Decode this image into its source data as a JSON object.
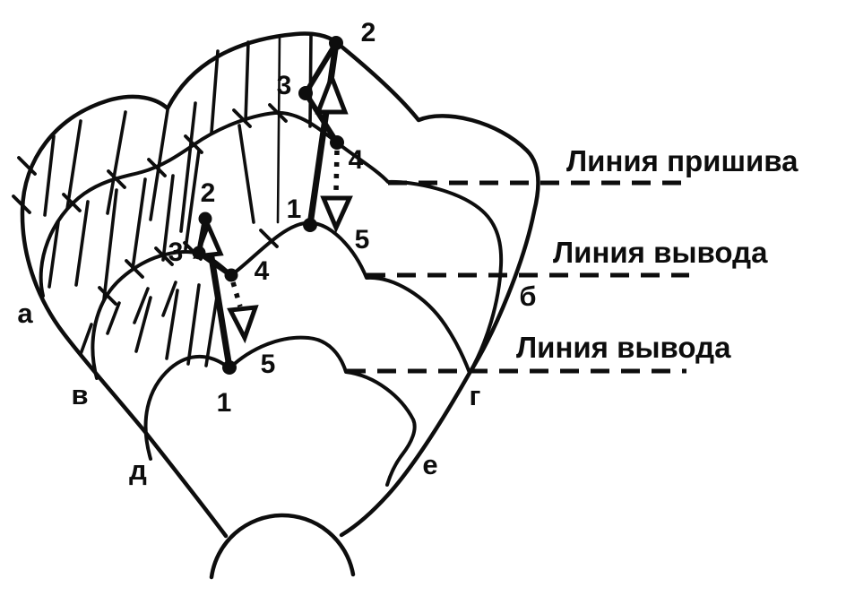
{
  "colors": {
    "ink": "#0d0d0d",
    "paper": "#ffffff"
  },
  "leader_labels": [
    {
      "text": "Линия пришива"
    },
    {
      "text": "Линия вывода"
    },
    {
      "text": "Линия вывода"
    }
  ],
  "contour_letters": {
    "a": "а",
    "b": "б",
    "v": "в",
    "g": "г",
    "d": "д",
    "e": "е"
  },
  "stitch_right": {
    "p1": "1",
    "p2": "2",
    "p3": "3",
    "p4": "4",
    "p5": "5"
  },
  "stitch_left": {
    "p1": "1",
    "p2": "2",
    "p3": "3",
    "p4": "4",
    "p5": "5"
  }
}
